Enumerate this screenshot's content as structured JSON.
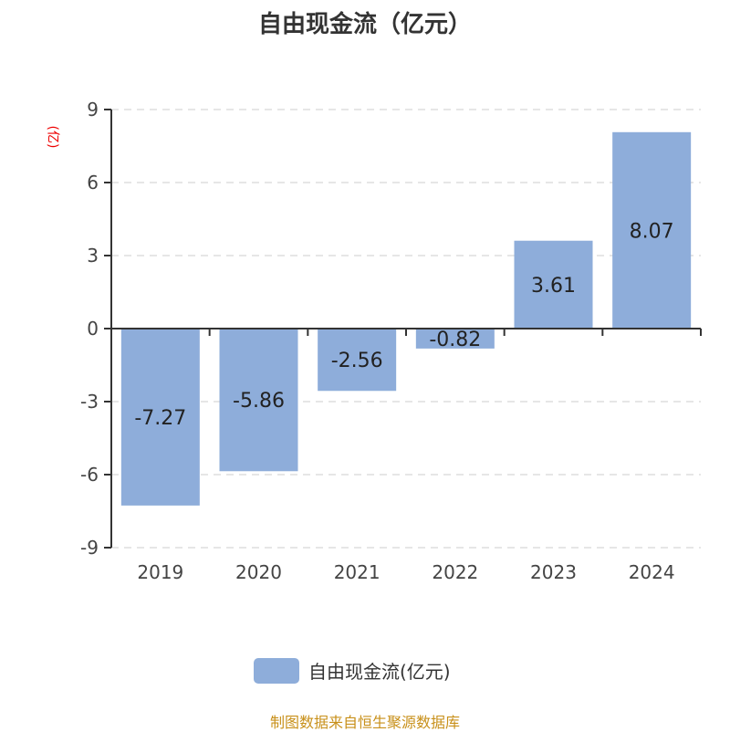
{
  "chart_data": {
    "type": "bar",
    "title": "自由现金流（亿元）",
    "ylabel": "(亿)",
    "categories": [
      "2019",
      "2020",
      "2021",
      "2022",
      "2023",
      "2024"
    ],
    "series": [
      {
        "name": "自由现金流(亿元)",
        "values": [
          -7.27,
          -5.86,
          -2.56,
          -0.82,
          3.61,
          8.07
        ],
        "color": "#8eadda"
      }
    ],
    "yticks": [
      9,
      6,
      3,
      0,
      -3,
      -6,
      -9
    ],
    "ylim": [
      -9,
      9
    ],
    "grid": true,
    "legend": "bottom"
  },
  "source": "制图数据来自恒生聚源数据库"
}
